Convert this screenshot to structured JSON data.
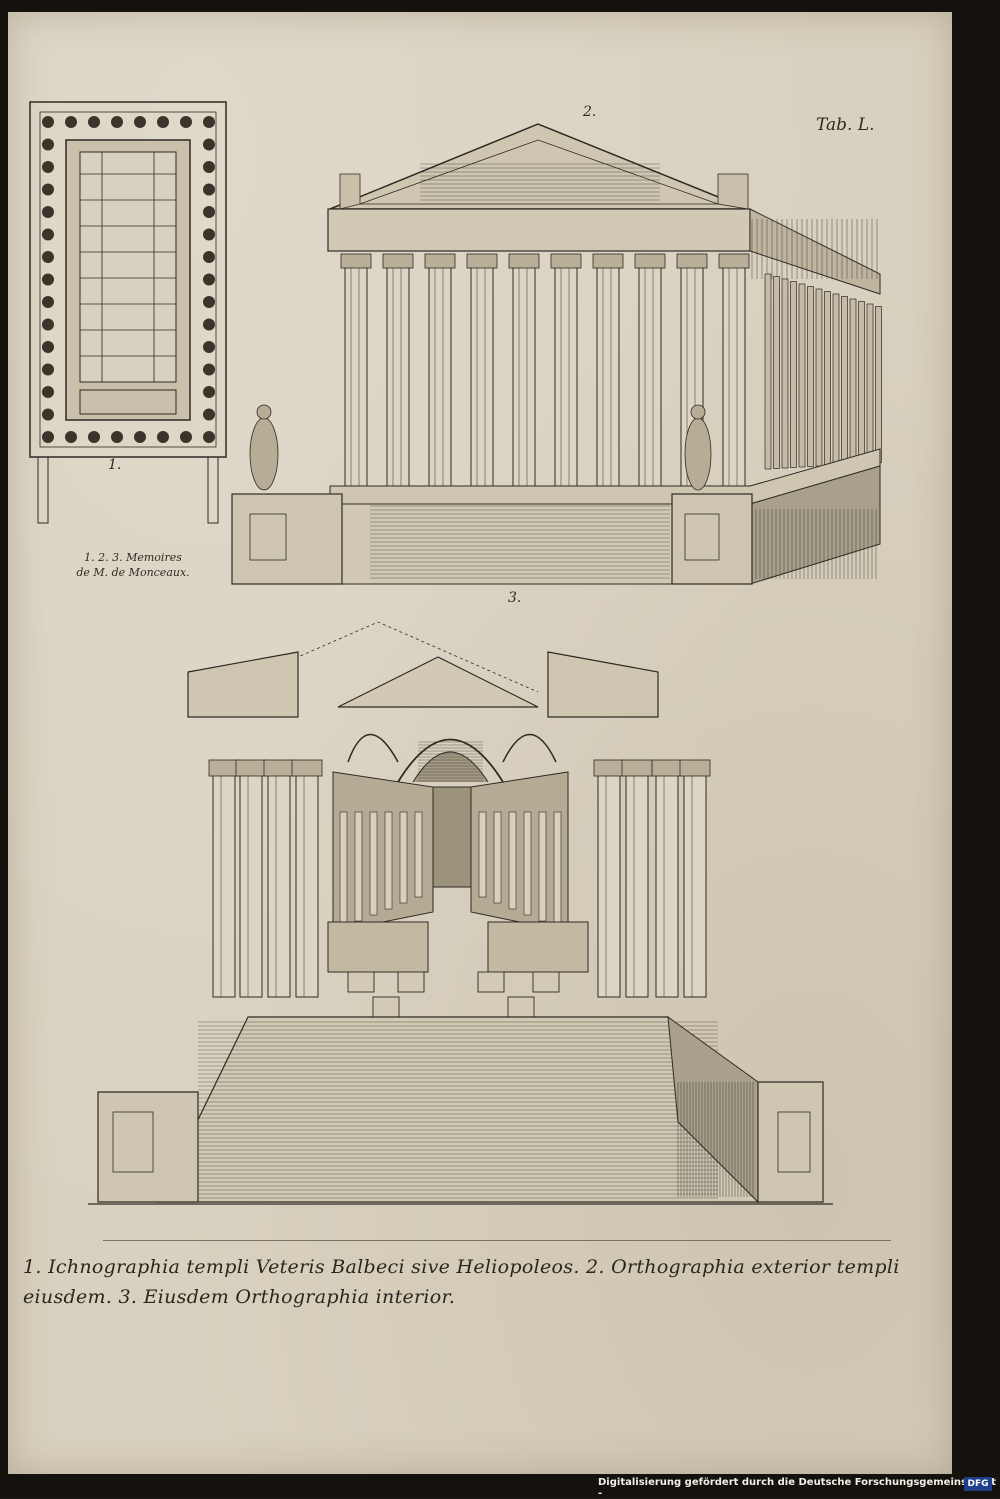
{
  "plate": {
    "tab_label": "Tab. L.",
    "figure_numbers": [
      "1.",
      "2.",
      "3."
    ],
    "credit_lines": [
      "1. 2. 3. Memoires",
      "de M. de Monceaux."
    ],
    "caption_lines": [
      "1. Ichnographia templi Veteris Balbeci sive Heliopoleos. 2. Orthographia exterior templi",
      "eiusdem. 3. Eiusdem Orthographia interior."
    ]
  },
  "footer": {
    "text": "Digitalisierung gefördert durch die Deutsche Forschungsgemeinschaft -",
    "logo": "DFG"
  },
  "colors": {
    "paper": "#d9d1bf",
    "ink": "#2e2a24",
    "scan_border": "#15120e",
    "dfg_blue": "#1d3f8a"
  }
}
